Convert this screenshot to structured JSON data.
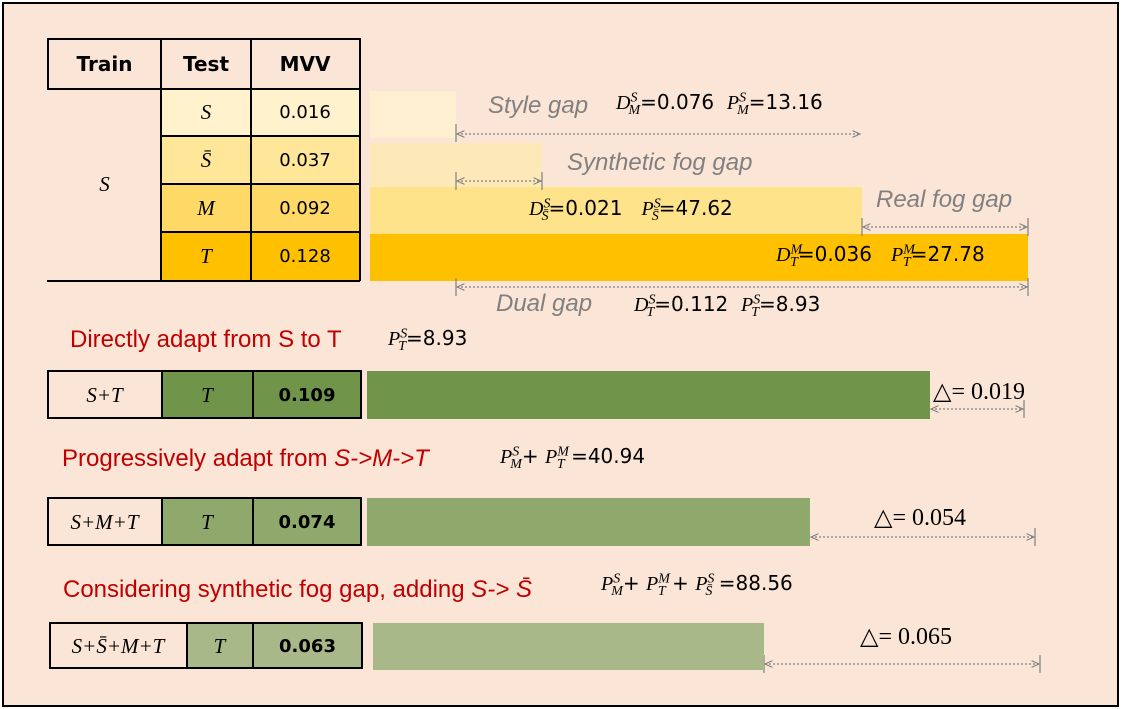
{
  "colors": {
    "background": "#fbe5d6",
    "S": "#fff2cc",
    "S_bar": "#fdefd0",
    "Sbar": "#ffe699",
    "M": "#ffd966",
    "T": "#ffc000",
    "green1": "#70954a",
    "green2": "#8fa86c",
    "green3": "#a8b888",
    "title_red": "#c00000",
    "gap_gray": "#808080"
  },
  "table": {
    "headers": [
      "Train",
      "Test",
      "MVV"
    ],
    "train": "S",
    "rows": [
      {
        "test": "S",
        "mvv": "0.016"
      },
      {
        "test": "S̄",
        "mvv": "0.037"
      },
      {
        "test": "M",
        "mvv": "0.092"
      },
      {
        "test": "T",
        "mvv": "0.128"
      }
    ]
  },
  "gaps": {
    "style": {
      "label": "Style gap",
      "d_val": "=0.076",
      "p_val": "=13.16"
    },
    "synthetic": {
      "label": "Synthetic fog gap",
      "d_val": "=0.021",
      "p_val": "=47.62"
    },
    "real": {
      "label": "Real fog gap",
      "d_val": "=0.036",
      "p_val": "=27.78"
    },
    "dual": {
      "label": "Dual gap",
      "d_val": "=0.112",
      "p_val": "=8.93"
    }
  },
  "sections": [
    {
      "title": "Directly adapt from S to T",
      "metric_value": "=8.93",
      "train": "S+T",
      "test": "T",
      "mvv": "0.109",
      "delta": "△= 0.019"
    },
    {
      "title_prefix": "Progressively adapt from ",
      "title_italic": "S->M->T",
      "metric_value": "=40.94",
      "train": "S+M+T",
      "test": "T",
      "mvv": "0.074",
      "delta": "△= 0.054"
    },
    {
      "title_prefix": "Considering synthetic fog gap, adding ",
      "title_italic": "S-> S̄",
      "metric_value": "=88.56",
      "train": "S+S̄+M+T",
      "test": "T",
      "mvv": "0.063",
      "delta": "△= 0.065"
    }
  ]
}
